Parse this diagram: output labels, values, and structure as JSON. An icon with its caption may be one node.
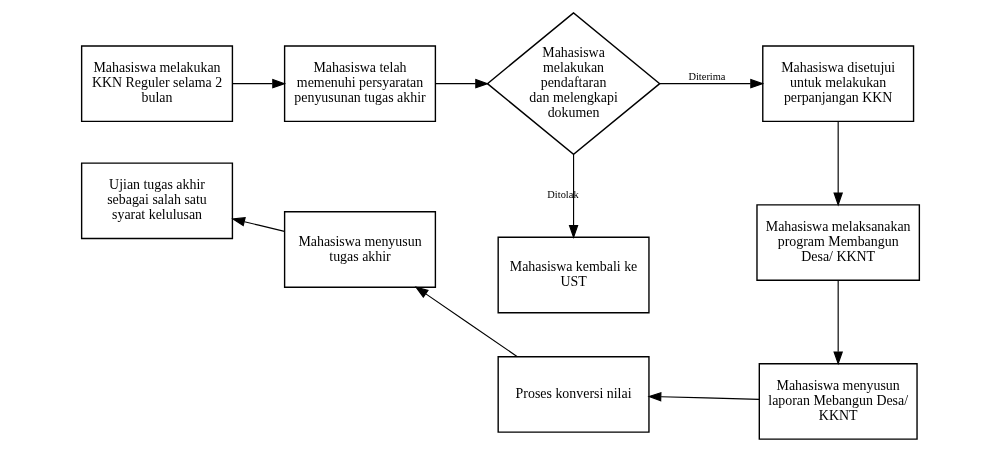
{
  "diagram": {
    "nodes": [
      {
        "text": [
          "Mahasiswa melakukan KKN Reguler selama 2 bulan"
        ]
      },
      {
        "text": [
          "Mahasiswa telah memenuhi persyaratan penyusunan tugas akhir"
        ]
      },
      {
        "text": [
          "Mahasiswa melakukan pendaftaran dan melengkapi dokumen"
        ]
      },
      {
        "text": [
          "Mahasiswa disetujui untuk melakukan perpanjangan KKN"
        ]
      },
      {
        "text": [
          "Mahasiswa kembali ke UST"
        ]
      },
      {
        "text": [
          "Mahasiswa melaksanakan program Membangun Desa/ KKNT"
        ]
      },
      {
        "text": [
          "Mahasiswa menyusun laporan Mebangun Desa/ KKNT"
        ]
      },
      {
        "text": [
          "Proses konversi nilai"
        ]
      },
      {
        "text": [
          "Mahasiswa menyusun tugas akhir"
        ]
      },
      {
        "text": [
          "Ujian tugas akhir sebagai salah satu syarat kelulusan"
        ]
      }
    ],
    "edges": [
      {
        "from": 0,
        "to": 1,
        "arrow": "to"
      },
      {
        "from": 1,
        "to": 2,
        "arrow": "to"
      },
      {
        "from": 2,
        "to": 3,
        "arrow": "to",
        "label": "Diterima"
      },
      {
        "from": 2,
        "to": 4,
        "arrow": "to",
        "label": "Ditolak"
      },
      {
        "from": 3,
        "to": 5,
        "arrow": "to"
      },
      {
        "from": 5,
        "to": 6,
        "arrow": "to"
      },
      {
        "from": 6,
        "to": 7,
        "arrow": "to"
      },
      {
        "from": 7,
        "to": 8,
        "arrow": "to"
      },
      {
        "from": 8,
        "to": 9,
        "arrow": "to"
      }
    ]
  }
}
